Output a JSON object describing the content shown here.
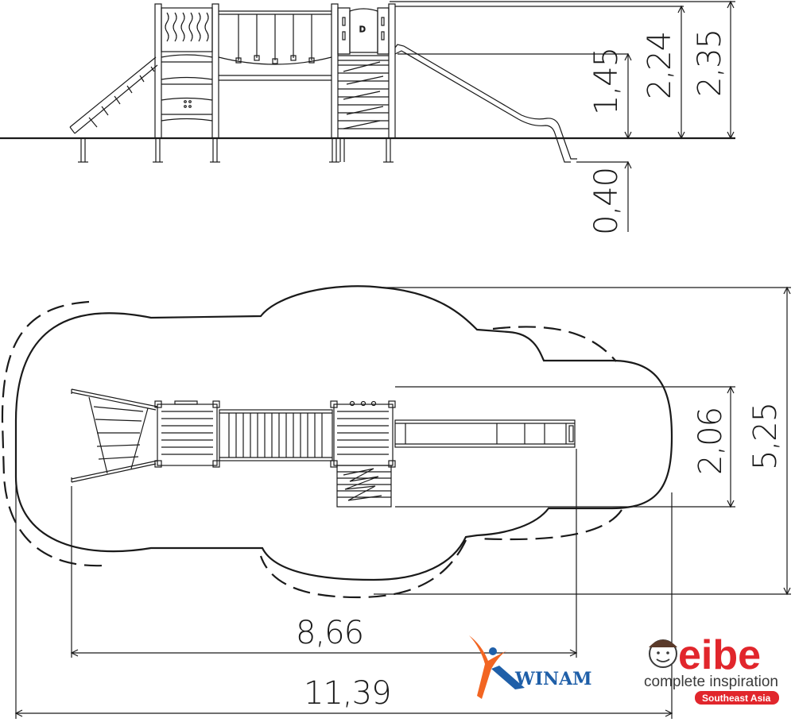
{
  "elevation": {
    "dimensions": {
      "deck_height": "1,45",
      "free_fall_height": "2,24",
      "total_height": "2,35",
      "foundation_depth": "0,40"
    }
  },
  "plan": {
    "dimensions": {
      "equipment_length": "8,66",
      "area_length": "11,39",
      "equipment_width": "2,06",
      "area_width": "5,25"
    }
  },
  "logos": {
    "winam": {
      "text": "WINAM",
      "colors": {
        "primary": "#1f5fa8",
        "accent": "#f26522"
      }
    },
    "eibe": {
      "name": "eibe",
      "tagline": "complete inspiration",
      "region": "Southeast Asia",
      "colors": {
        "brand": "#e1262c",
        "text": "#3a3a3a"
      }
    }
  }
}
